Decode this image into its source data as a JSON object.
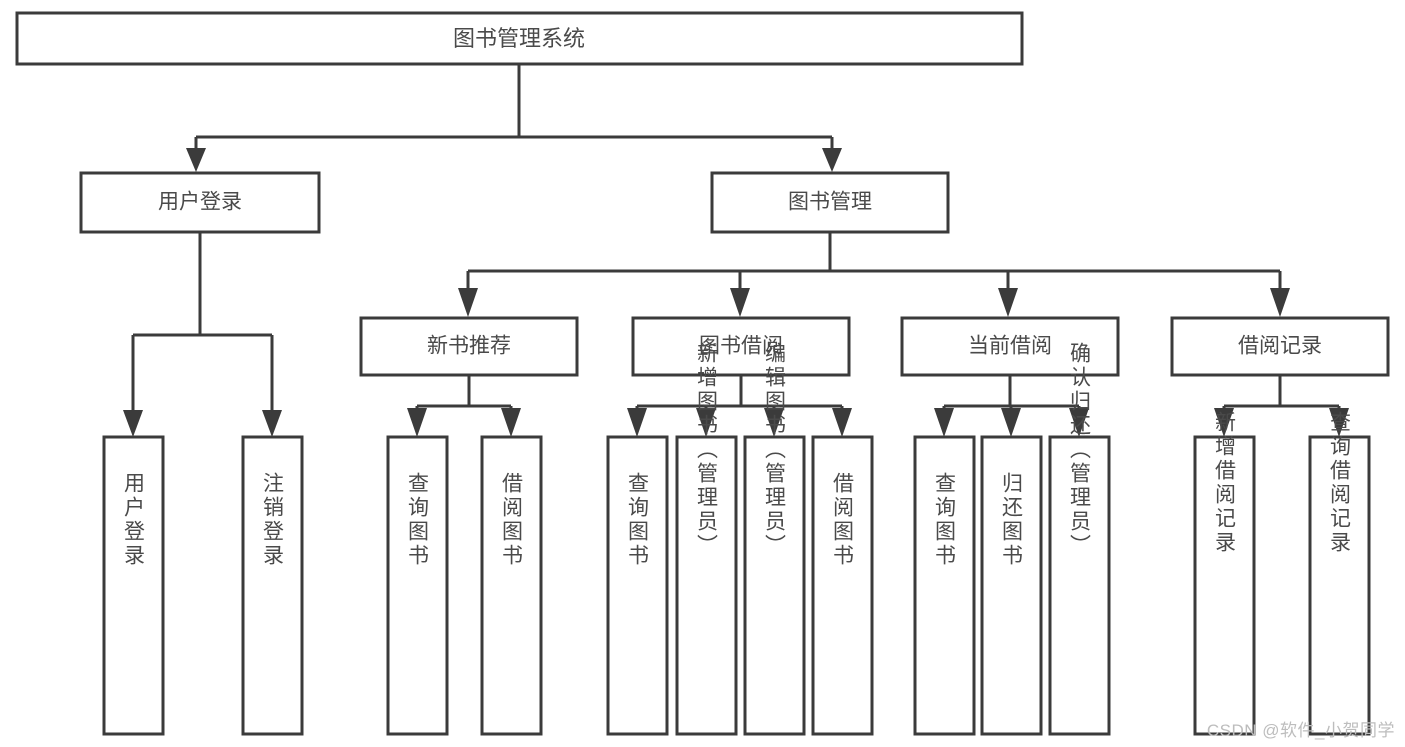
{
  "diagram": {
    "type": "hierarchy-tree",
    "title": "图书管理系统",
    "root": {
      "label": "图书管理系统",
      "level": 1
    },
    "level2": [
      {
        "label": "用户登录"
      },
      {
        "label": "图书管理"
      }
    ],
    "level3": [
      {
        "label": "新书推荐",
        "parent": "图书管理"
      },
      {
        "label": "图书借阅",
        "parent": "图书管理"
      },
      {
        "label": "当前借阅",
        "parent": "图书管理"
      },
      {
        "label": "借阅记录",
        "parent": "图书管理"
      }
    ],
    "leaves": [
      {
        "label": "用户登录",
        "parent": "用户登录"
      },
      {
        "label": "注销登录",
        "parent": "用户登录"
      },
      {
        "label": "查询图书",
        "parent": "新书推荐"
      },
      {
        "label": "借阅图书",
        "parent": "新书推荐"
      },
      {
        "label": "查询图书",
        "parent": "图书借阅"
      },
      {
        "label": "新增图书（管理员）",
        "parent": "图书借阅"
      },
      {
        "label": "编辑图书（管理员）",
        "parent": "图书借阅"
      },
      {
        "label": "借阅图书",
        "parent": "图书借阅"
      },
      {
        "label": "查询图书",
        "parent": "当前借阅"
      },
      {
        "label": "归还图书",
        "parent": "当前借阅"
      },
      {
        "label": "确认归还（管理员）",
        "parent": "当前借阅"
      },
      {
        "label": "新增借阅记录",
        "parent": "借阅记录"
      },
      {
        "label": "查询借阅记录",
        "parent": "借阅记录"
      }
    ],
    "watermark": "CSDN @软件_小贺同学",
    "colors": {
      "stroke": "#3b3b3b",
      "fill": "#ffffff",
      "text": "#4a4a4a",
      "watermark": "#bdbdbd",
      "background": "#ffffff"
    }
  }
}
